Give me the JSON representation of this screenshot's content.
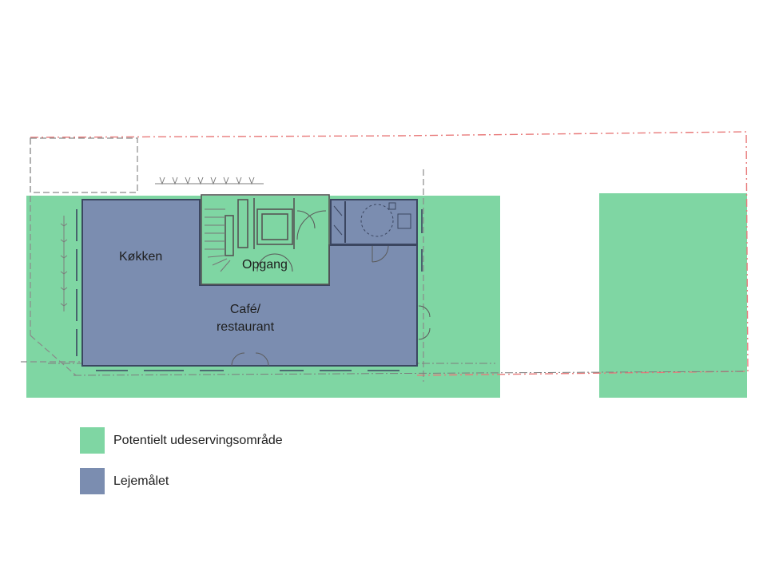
{
  "plan": {
    "rooms": {
      "kitchen": "Køkken",
      "stairwell": "Opgang",
      "cafe_line1": "Café/",
      "cafe_line2": "restaurant"
    }
  },
  "legend": {
    "items": [
      {
        "label": "Potentielt udeservingsområde",
        "color": "#7fd6a3"
      },
      {
        "label": "Lejemålet",
        "color": "#7b8db0"
      }
    ]
  },
  "colors": {
    "outdoor_area": "#7fd6a3",
    "lease_area": "#7b8db0",
    "boundary_line": "#e87a7a",
    "wall": "#555555"
  }
}
